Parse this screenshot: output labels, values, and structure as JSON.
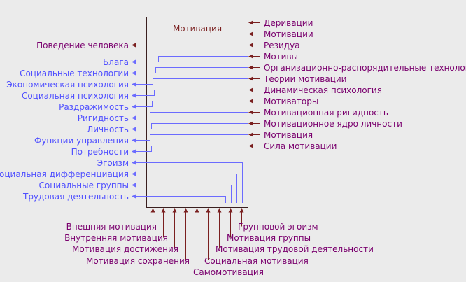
{
  "colors": {
    "background": "#ebebeb",
    "box_border": "#3a1f1f",
    "outgoing": "#6b6bff",
    "incoming": "#7a1f1f",
    "output_text": "#5050ff",
    "input_text": "#7a006e",
    "title_text": "#7a1f1f"
  },
  "box": {
    "title": "Мотивация"
  },
  "output_primary": {
    "label": "Поведение человека"
  },
  "outputs": [
    {
      "label": "Блага"
    },
    {
      "label": "Социальные технологии"
    },
    {
      "label": "Экономическая психология"
    },
    {
      "label": "Социальная психология"
    },
    {
      "label": "Раздражимость"
    },
    {
      "label": "Ригидность"
    },
    {
      "label": "Личность"
    },
    {
      "label": "Функции управления"
    },
    {
      "label": "Потребности"
    },
    {
      "label": "Эгоизм"
    },
    {
      "label": "Социальная дифференциация"
    },
    {
      "label": "Социальные группы"
    },
    {
      "label": "Трудовая деятельность"
    }
  ],
  "inputs_right": [
    {
      "label": "Деривации"
    },
    {
      "label": "Мотивации"
    },
    {
      "label": "Резидуа"
    },
    {
      "label": "Мотивы"
    },
    {
      "label": "Организационно-распорядительные технологии"
    },
    {
      "label": "Теории мотивации"
    },
    {
      "label": "Динамическая психология"
    },
    {
      "label": "Мотиваторы"
    },
    {
      "label": "Мотивационная ригидность"
    },
    {
      "label": "Мотивационное ядро личности"
    },
    {
      "label": "Мотивация"
    },
    {
      "label": "Сила мотивации"
    }
  ],
  "inputs_bottom": [
    {
      "label": "Внешняя мотивация"
    },
    {
      "label": "Внутренняя мотивация"
    },
    {
      "label": "Мотивация достижения"
    },
    {
      "label": "Мотивация сохранения"
    },
    {
      "label": "Самомотивация"
    },
    {
      "label": "Социальная мотивация"
    },
    {
      "label": "Мотивация трудовой деятельности"
    },
    {
      "label": "Мотивация группы"
    },
    {
      "label": "Групповой эгоизм"
    }
  ]
}
